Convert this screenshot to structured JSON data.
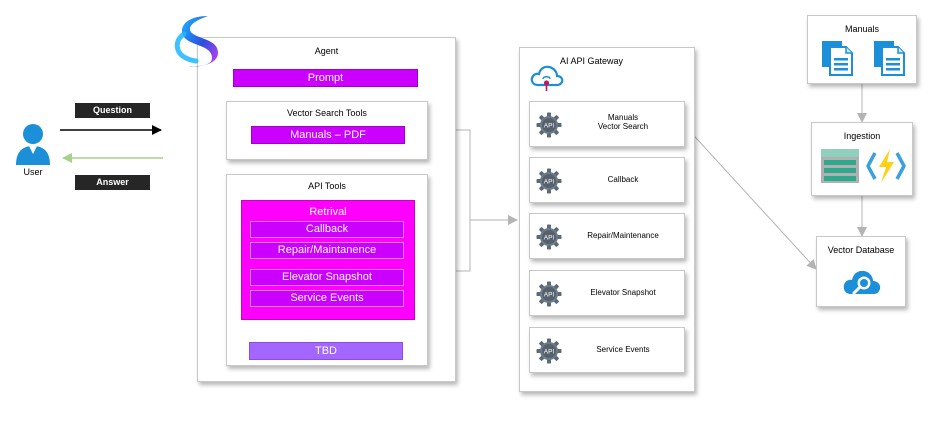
{
  "user": {
    "label": "User"
  },
  "question_label": "Question",
  "answer_label": "Answer",
  "agent": {
    "title": "Agent",
    "prompt": "Prompt",
    "vector_tools": {
      "title": "Vector Search Tools",
      "manuals": "Manuals – PDF"
    },
    "api_tools": {
      "title": "API Tools",
      "retrival": "Retrival",
      "items": [
        "Callback",
        "Repair/Maintanence",
        "Elevator Snapshot",
        "Service Events"
      ]
    },
    "tbd": "TBD"
  },
  "gateway": {
    "title": "AI API Gateway",
    "services": [
      {
        "line1": "Manuals",
        "line2": "Vector Search"
      },
      {
        "line1": "Callback",
        "line2": ""
      },
      {
        "line1": "Repair/Maintenance",
        "line2": ""
      },
      {
        "line1": "Elevator Snapshot",
        "line2": ""
      },
      {
        "line1": "Service Events",
        "line2": ""
      }
    ],
    "api_badge": "API"
  },
  "manuals_box": {
    "title": "Manuals"
  },
  "ingestion_box": {
    "title": "Ingestion"
  },
  "vector_db_box": {
    "title": "Vector Database"
  },
  "colors": {
    "accent_purple": "#cc00ff",
    "accent_magenta": "#ff00ff",
    "accent_violet": "#a366ff",
    "user_blue": "#1b8fd8",
    "answer_green": "#a9d18e"
  }
}
